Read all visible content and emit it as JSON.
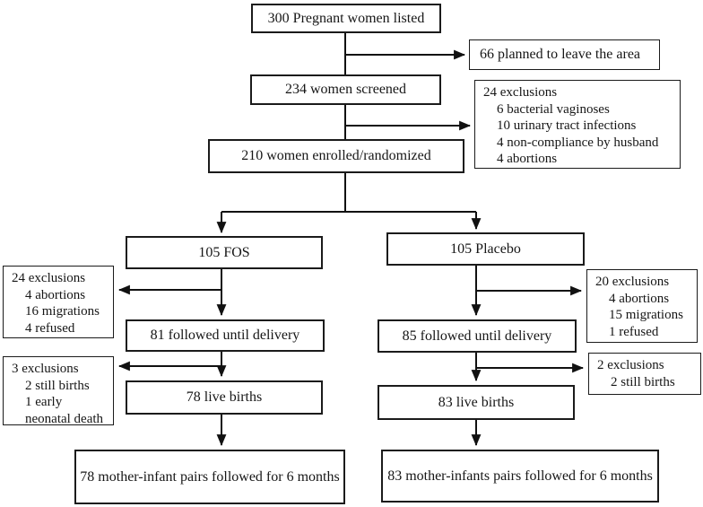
{
  "diagram": {
    "type": "consort-flowchart",
    "colors": {
      "background": "#ffffff",
      "box_border": "#1b1b1b",
      "line": "#111111",
      "text": "#161616"
    },
    "nodes": {
      "listed": "300 Pregnant women listed",
      "leave_area": "66 planned to leave the area",
      "screened": "234 women screened",
      "screen_exclusions": {
        "title": "24 exclusions",
        "items": [
          "6 bacterial vaginoses",
          "10 urinary tract infections",
          "4 non-compliance by husband",
          "4 abortions"
        ]
      },
      "enrolled": "210 women enrolled/randomized",
      "fos": "105 FOS",
      "placebo": "105 Placebo",
      "fos_exclusions": {
        "title": "24 exclusions",
        "items": [
          "4 abortions",
          "16 migrations",
          "4 refused"
        ]
      },
      "fos_delivery": "81 followed until delivery",
      "fos_birth_exclusions": {
        "title": "3 exclusions",
        "items": [
          "2 still births",
          "1 early",
          "neonatal death"
        ]
      },
      "fos_live_births": "78 live births",
      "fos_pairs": "78 mother-infant pairs followed for 6 months",
      "placebo_exclusions": {
        "title": "20 exclusions",
        "items": [
          "4 abortions",
          "15 migrations",
          "1 refused"
        ]
      },
      "placebo_delivery": "85 followed until delivery",
      "placebo_birth_exclusions": {
        "title": "2 exclusions",
        "items": [
          "2 still births"
        ]
      },
      "placebo_live_births": "83 live births",
      "placebo_pairs": "83 mother-infants pairs followed for 6 months"
    }
  }
}
